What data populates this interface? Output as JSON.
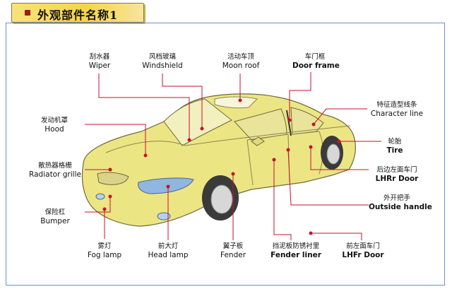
{
  "header": {
    "title": "外观部件名称1"
  },
  "labels": {
    "wiper": {
      "cn": "刮水器",
      "en": "Wiper"
    },
    "windshield": {
      "cn": "风档玻璃",
      "en": "Windshield"
    },
    "moon_roof": {
      "cn": "活动车顶",
      "en": "Moon roof"
    },
    "door_frame": {
      "cn": "车门框",
      "en": "Door frame"
    },
    "character_line": {
      "cn": "特征造型线条",
      "en": "Character line"
    },
    "hood": {
      "cn": "发动机罩",
      "en": "Hood"
    },
    "tire": {
      "cn": "轮胎",
      "en": "Tire"
    },
    "radiator_grille": {
      "cn": "散热器格栅",
      "en": "Radiator grille"
    },
    "lhrr_door": {
      "cn": "后边左面车门",
      "en": "LHRr Door"
    },
    "outside_handle": {
      "cn": "外开把手",
      "en": "Outside handle"
    },
    "bumper": {
      "cn": "保险杠",
      "en": "Bumper"
    },
    "fog_lamp": {
      "cn": "雾灯",
      "en": "Fog lamp"
    },
    "head_lamp": {
      "cn": "前大灯",
      "en": "Head lamp"
    },
    "fender": {
      "cn": "翼子板",
      "en": "Fender"
    },
    "fender_liner": {
      "cn": "挡泥板防锈衬里",
      "en": "Fender liner"
    },
    "lhfr_door": {
      "cn": "前左面车门",
      "en": "LHFr Door"
    }
  },
  "colors": {
    "car_body": "#ece584",
    "leader_line": "#c8102e",
    "frame_border": "#6f8fd6",
    "title_bg": "#f4d44a"
  },
  "footer": {
    "partial_text": ""
  }
}
